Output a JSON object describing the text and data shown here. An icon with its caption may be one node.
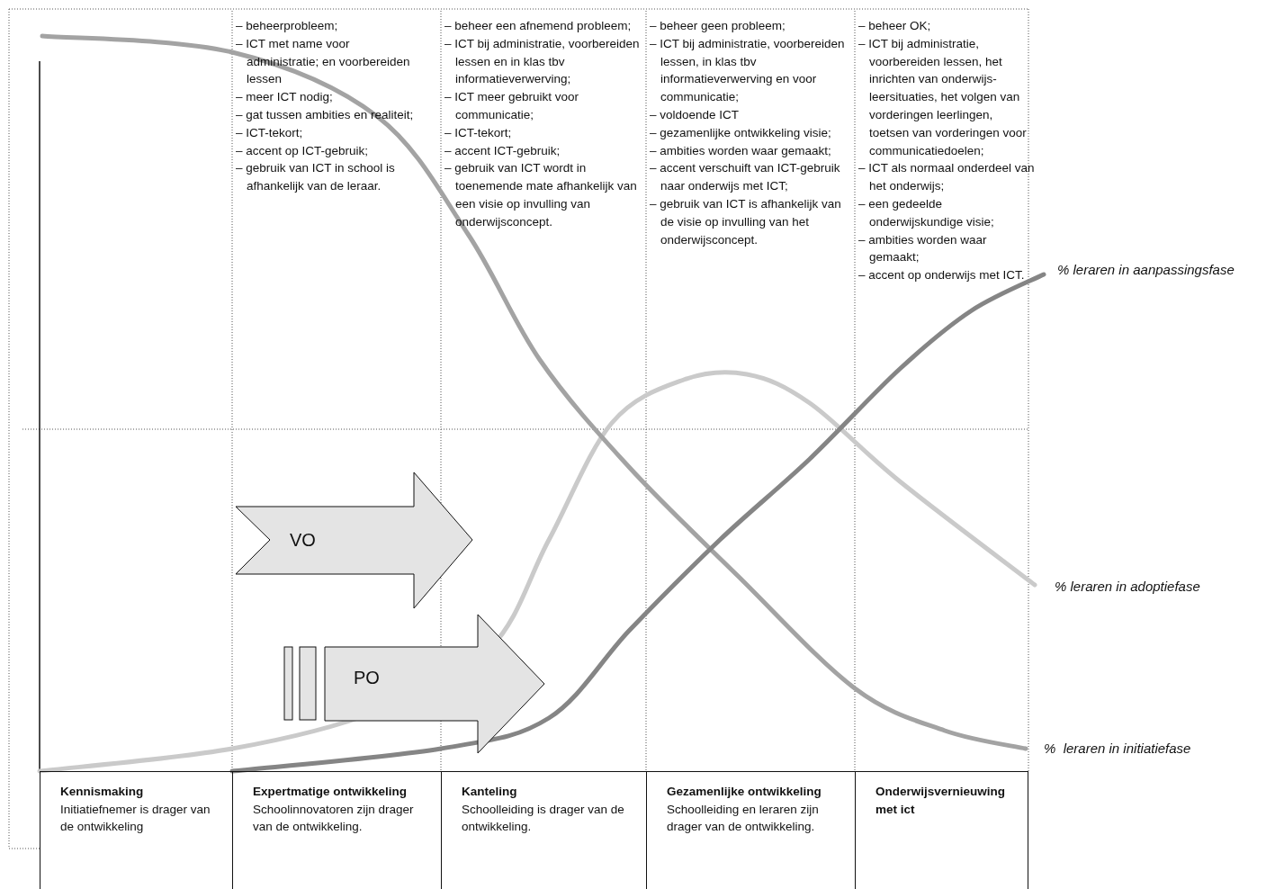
{
  "diagram": {
    "nodes": [
      {
        "text": [
          "VO"
        ]
      },
      {
        "text": [
          "PO"
        ]
      },
      {
        "text": [
          "Kennismaking",
          "Initiatiefnemer is drager van de ontwikkeling"
        ]
      },
      {
        "text": [
          "Expertmatige ontwikkeling",
          "Schoolinnovatoren zijn drager van de ontwikkeling."
        ]
      },
      {
        "text": [
          "Kanteling",
          "Schoolleiding is drager van de ontwikkeling."
        ]
      },
      {
        "text": [
          "Gezamenlijke ontwikkeling",
          "Schoolleiding en leraren zijn drager van de ontwikkeling."
        ]
      },
      {
        "text": [
          "Onderwijsvernieuwing met ict"
        ]
      }
    ],
    "edges": [],
    "labels": [
      "– beheerprobleem;",
      "– ICT met name voor administratie; en voorbereiden lessen",
      "– meer ICT nodig;",
      "– gat tussen ambities en realiteit;",
      "– ICT-tekort;",
      "– accent op ICT-gebruik;",
      "– gebruik van ICT in school is afhankelijk van de leraar.",
      "– beheer een afnemend probleem;",
      "– ICT bij administratie, voorbereiden lessen en in klas tbv informatieverwerving;",
      "– ICT meer gebruikt voor communicatie;",
      "– ICT-tekort;",
      "– accent ICT-gebruik;",
      "– gebruik van ICT wordt in toenemende mate afhankelijk van een visie op invulling van onderwijsconcept.",
      "– beheer geen probleem;",
      "– ICT bij administratie, voorbereiden lessen, in klas tbv informatieverwerving en voor communicatie;",
      "– voldoende ICT",
      "– gezamenlijke ontwikkeling visie;",
      "– ambities worden waar gemaakt;",
      "– accent verschuift van ICT-gebruik naar onderwijs met ICT;",
      "– gebruik van ICT is afhankelijk van de visie op invulling van het onderwijsconcept.",
      "– beheer OK;",
      "– ICT bij administratie, voorbereiden lessen, het inrichten van onderwijs-leersituaties, het volgen van vorderingen leerlingen, toetsen van vorderingen voor communicatiedoelen;",
      "– ICT als normaal onderdeel van het onderwijs;",
      "– een gedeelde onderwijskundige visie;",
      "– ambities worden waar gemaakt;",
      "– accent op onderwijs met ICT.",
      "% leraren in aanpassingsfase",
      "% leraren in adoptiefase",
      "%  leraren in initiatiefase"
    ]
  }
}
